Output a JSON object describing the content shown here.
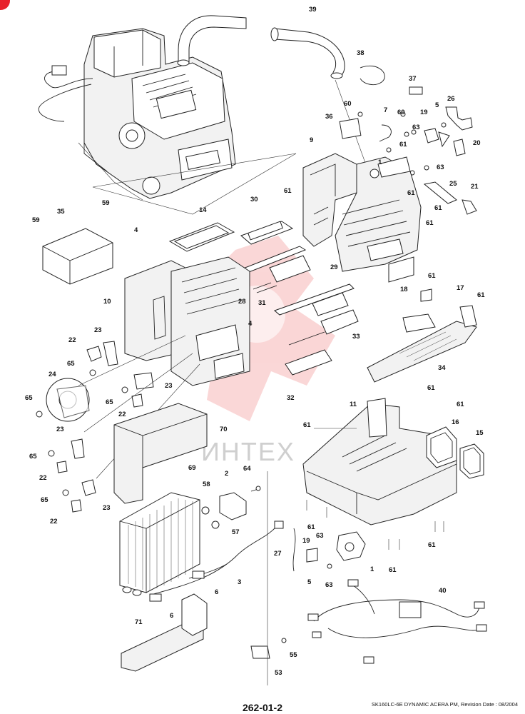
{
  "page": {
    "page_number": "262-01-2",
    "footer": "SK160LC-6E DYNAMIC ACERA PM, Revision Date : 08/2004"
  },
  "watermark": {
    "text": "ИНТЕХ",
    "color": "#f28c8c"
  },
  "colors": {
    "badge": "#e8202a"
  },
  "labels": [
    "39",
    "38",
    "37",
    "26",
    "60",
    "7",
    "60",
    "19",
    "5",
    "36",
    "63",
    "20",
    "61",
    "9",
    "63",
    "1",
    "61",
    "25",
    "21",
    "61",
    "59",
    "35",
    "59",
    "14",
    "30",
    "61",
    "4",
    "61",
    "10",
    "28",
    "29",
    "31",
    "61",
    "18",
    "17",
    "61",
    "33",
    "34",
    "23",
    "22",
    "65",
    "4",
    "24",
    "23",
    "65",
    "22",
    "65",
    "32",
    "61",
    "11",
    "61",
    "16",
    "15",
    "61",
    "70",
    "23",
    "65",
    "22",
    "69",
    "2",
    "64",
    "58",
    "65",
    "22",
    "23",
    "57",
    "61",
    "63",
    "27",
    "19",
    "61",
    "1",
    "61",
    "5",
    "63",
    "3",
    "6",
    "6",
    "40",
    "71",
    "55",
    "53"
  ]
}
